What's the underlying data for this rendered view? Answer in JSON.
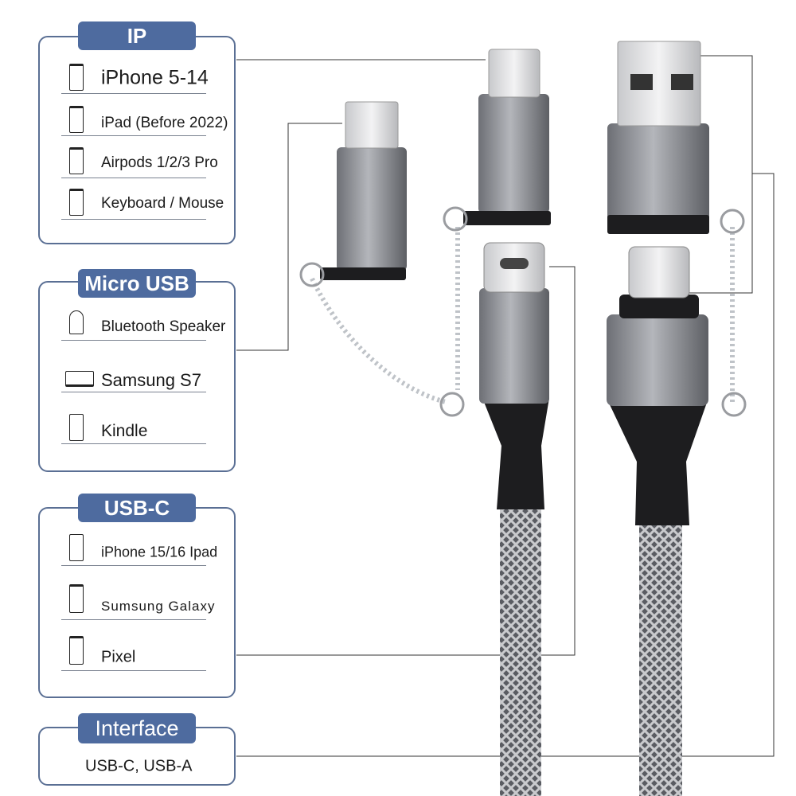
{
  "groups": [
    {
      "title": "IP",
      "items": [
        "iPhone 5-14",
        "iPad (Before 2022)",
        "Airpods 1/2/3 Pro",
        "Keyboard / Mouse"
      ]
    },
    {
      "title": "Micro USB",
      "items": [
        "Bluetooth Speaker",
        "Samsung S7",
        "Kindle"
      ]
    },
    {
      "title": "USB-C",
      "items": [
        "iPhone 15/16 Ipad",
        "Sumsung Galaxy",
        "Pixel"
      ]
    },
    {
      "title": "Interface",
      "items": [
        "USB-C, USB-A"
      ]
    }
  ],
  "colors": {
    "header": "#4e6b9f",
    "border": "#5a6f94",
    "metal": "#8e9096"
  }
}
